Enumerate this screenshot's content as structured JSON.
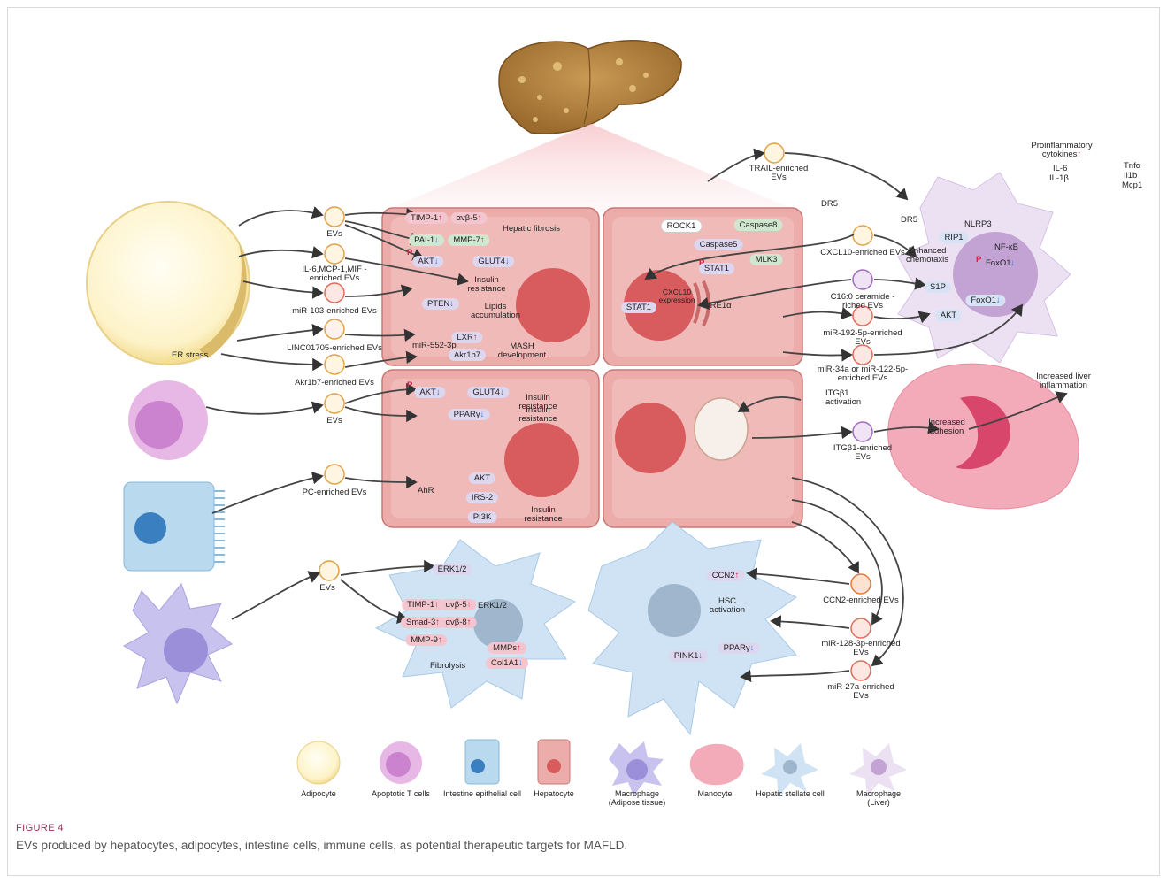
{
  "figure": {
    "label": "FIGURE 4",
    "caption": "EVs produced by hepatocytes, adipocytes, intestine cells, immune cells, as potential therapeutic targets for MAFLD."
  },
  "adipocyte_panel": {
    "evs": "EVs",
    "ev_il6": "IL-6,MCP-1,MIF -enriched  EVs",
    "ev_mir103": "miR-103-enriched EVs",
    "ev_linc": "LINC01705-enriched EVs",
    "ev_akr": "Akr1b7-enriched EVs",
    "er_stress": "ER stress"
  },
  "tcell_panel": {
    "evs": "EVs"
  },
  "intestine_panel": {
    "ev_pc": "PC-enriched EVs"
  },
  "macrophage_adipose_panel": {
    "evs": "EVs"
  },
  "hep_top_left": {
    "timp1": "TIMP-1",
    "avb5": "αvβ-5",
    "pai1": "PAI-1",
    "mmp7": "MMP-7",
    "hepatic_fibrosis": "Hepatic fibrosis",
    "akt": "AKT",
    "glut4": "GLUT4",
    "insulin_resistance": "Insulin resistance",
    "pten": "PTEN",
    "lipids": "Lipids accumulation",
    "lxr": "LXR",
    "mir552": "miR-552-3p",
    "akr1b7": "Akr1b7",
    "mash": "MASH development",
    "p": "P"
  },
  "hep_bottom_left": {
    "akt": "AKT",
    "glut4": "GLUT4",
    "insulin_resistance_1": "Insulin resistance",
    "ppar": "PPARγ",
    "insulin_resistance_2": "Insulin resistance",
    "ahr": "AhR",
    "akt2": "AKT",
    "irs2": "IRS-2",
    "pi3k": "PI3K",
    "insulin_resistance_3": "Insulin resistance",
    "p": "P"
  },
  "hep_top_right": {
    "trail_evs": "TRAIL-enriched EVs",
    "dr5": "DR5",
    "rock1": "ROCK1",
    "caspase8": "Caspase8",
    "caspase5": "Caspase5",
    "mlk3": "MLK3",
    "stat1_a": "STAT1",
    "stat1_b": "STAT1",
    "cxcl10_expr": "CXCL10 expression",
    "ire1a": "IRE1α",
    "cxcl10_evs": "CXCL10-enriched EVs",
    "c16_evs": "C16:0 ceramide -riched EVs",
    "mir192_evs": "miR-192-5p-enriched EVs",
    "mir34_evs": "miR-34a or miR-122-5p- enriched EVs",
    "p": "P"
  },
  "hep_bottom_right": {
    "itgb1_act": "ITGβ1 activation",
    "itgb1_evs": "ITGβ1-enriched EVs",
    "increased_adhesion": "Increased adhesion",
    "increased_liver": "Increased liver inflammation"
  },
  "macrophage_liver_panel": {
    "proinflammatory": "Proinflammatory cytokines",
    "il6": "IL-6",
    "il1b": "IL-1β",
    "tnfa": "Tnfα",
    "il1b_m": "Il1b",
    "mcp1": "Mcp1",
    "dr5": "DR5",
    "nlrp3": "NLRP3",
    "rip1": "RIP1",
    "nfkb": "NF-κB",
    "enhanced_chem": "Enhanced chemotaxis",
    "foxo1_a": "FoxO1",
    "s1p": "S1P",
    "foxo1_b": "FoxO1",
    "akt": "AKT",
    "p": "P"
  },
  "stellate_left": {
    "erk12_a": "ERK1/2",
    "erk12_b": "ERK1/2",
    "timp1": "TIMP-1",
    "avb5": "αvβ-5",
    "smad3": "Smad-3",
    "avb8": "αvβ-8",
    "mmp9": "MMP-9",
    "mmps": "MMPs",
    "col1a1": "Col1A1",
    "fibrolysis": "Fibrolysis"
  },
  "stellate_right": {
    "ccn2": "CCN2",
    "hsc": "HSC activation",
    "ppar": "PPARγ",
    "pink1": "PINK1",
    "ccn2_evs": "CCN2-enriched EVs",
    "mir128_evs": "miR-128-3p-enriched EVs",
    "mir27_evs": "miR-27a-enriched EVs"
  },
  "legend": {
    "adipocyte": "Adipocyte",
    "tcell": "Apoptotic T cells",
    "intestine": "Intestine epithelial cell",
    "hepatocyte": "Hepatocyte",
    "macro_adipose": "Macrophage (Adipose tissue)",
    "monocyte": "Manocyte",
    "stellate": "Hepatic stellate cell",
    "macro_liver": "Macrophage (Liver)"
  }
}
